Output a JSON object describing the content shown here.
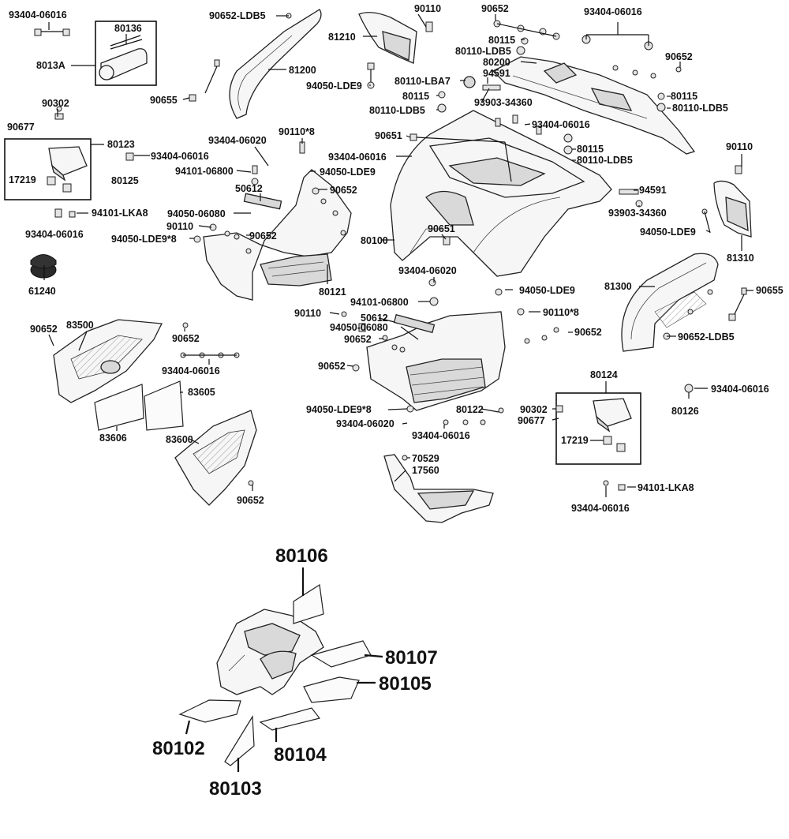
{
  "diagram": {
    "callouts": {
      "c93404_06016_tl": "93404-06016",
      "c8013A": "8013A",
      "c80136": "80136",
      "c90302_l": "90302",
      "c90677_l": "90677",
      "c80123": "80123",
      "c93404_06016_80123": "93404-06016",
      "c80125": "80125",
      "c17219_l": "17219",
      "c94101_lka8_l": "94101-LKA8",
      "c93404_06016_l2": "93404-06016",
      "c61240": "61240",
      "c90652_ldb5_t": "90652-LDB5",
      "c81200": "81200",
      "c90655_l": "90655",
      "c93404_06020_t": "93404-06020",
      "c94101_06800_t": "94101-06800",
      "c90110x8_t": "90110*8",
      "c94050_lde9_t": "94050-LDE9",
      "c50612_t": "50612",
      "c90652_fl1": "90652",
      "c94050_06080_t": "94050-06080",
      "c90110_fl": "90110",
      "c94050_lde9x8_t": "94050-LDE9*8",
      "c90652_fl2": "90652",
      "c80121": "80121",
      "c81210": "81210",
      "c90110_top": "90110",
      "c94050_lde9_mid": "94050-LDE9",
      "c90652_top": "90652",
      "c80115_t1": "80115",
      "c80110_ldb5_t1": "80110-LDB5",
      "c80200": "80200",
      "c80110_lba7": "80110-LBA7",
      "c94591_t": "94591",
      "c80115_t2": "80115",
      "c80110_ldb5_t2": "80110-LDB5",
      "c93903_34360_t": "93903-34360",
      "c93404_06016_tr": "93404-06016",
      "c90652_tr": "90652",
      "c80115_r": "80115",
      "c80110_ldb5_r": "80110-LDB5",
      "c90651_t": "90651",
      "c93404_06016_mid1": "93404-06016",
      "c93404_06016_mid2": "93404-06016",
      "c80115_mid": "80115",
      "c80110_ldb5_mid": "80110-LDB5",
      "c90110_r": "90110",
      "c94591_r": "94591",
      "c93903_34360_r": "93903-34360",
      "c94050_lde9_r": "94050-LDE9",
      "c81310": "81310",
      "c80100": "80100",
      "c90651_mid": "90651",
      "c93404_06020_mid": "93404-06020",
      "c94050_lde9_mid2": "94050-LDE9",
      "c81300": "81300",
      "c90655_r": "90655",
      "c90652_ldb5_r": "90652-LDB5",
      "c90652_gl1": "90652",
      "c83500": "83500",
      "c90652_gl2": "90652",
      "c93404_06016_gl": "93404-06016",
      "c83605": "83605",
      "c83606": "83606",
      "c83600": "83600",
      "c90652_gl3": "90652",
      "c90652_gl4": "90652",
      "c90110_fr": "90110",
      "c94101_06800_fr": "94101-06800",
      "c50612_fr": "50612",
      "c94050_06080_fr": "94050-06080",
      "c90652_fr1": "90652",
      "c90110x8_fr": "90110*8",
      "c90652_fr2": "90652",
      "c94050_lde9x8_fr": "94050-LDE9*8",
      "c93404_06020_fr": "93404-06020",
      "c80122": "80122",
      "c93404_06016_fr": "93404-06016",
      "c70529": "70529",
      "c17560": "17560",
      "c80124": "80124",
      "c90302_r": "90302",
      "c90677_r": "90677",
      "c17219_r": "17219",
      "c93404_06016_rr": "93404-06016",
      "c80126": "80126",
      "c94101_lka8_r": "94101-LKA8",
      "c93404_06016_rb": "93404-06016",
      "c80106": "80106",
      "c80107": "80107",
      "c80105": "80105",
      "c80102": "80102",
      "c80104": "80104",
      "c80103": "80103"
    }
  }
}
